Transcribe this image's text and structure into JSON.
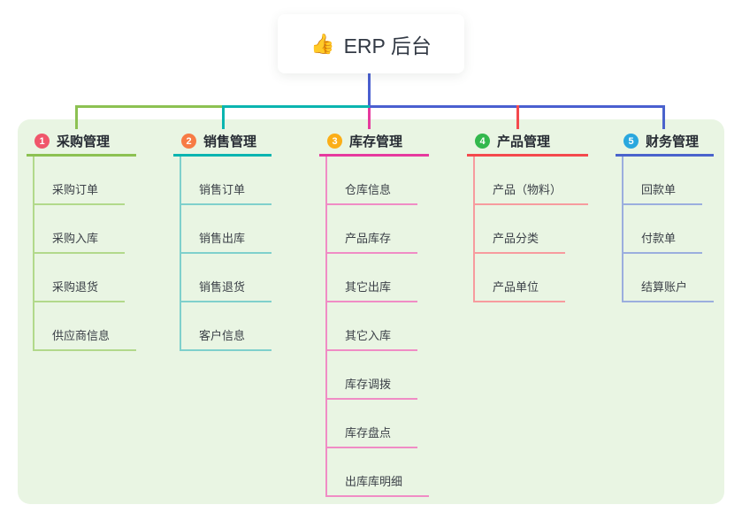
{
  "root": {
    "icon": "thumbs-up-icon",
    "icon_glyph": "👍",
    "label": "ERP 后台"
  },
  "colors": {
    "panel_bg": "#e9f5e3",
    "root_line": "#4a5fd0"
  },
  "branches": [
    {
      "num": "1",
      "title": "采购管理",
      "badge_color": "#f0566b",
      "line_color": "#8cc152",
      "item_line_color": "#b2d98b",
      "items": [
        "采购订单",
        "采购入库",
        "采购退货",
        "供应商信息"
      ]
    },
    {
      "num": "2",
      "title": "销售管理",
      "badge_color": "#f77b45",
      "line_color": "#0ab5b0",
      "item_line_color": "#7fd0cc",
      "items": [
        "销售订单",
        "销售出库",
        "销售退货",
        "客户信息"
      ]
    },
    {
      "num": "3",
      "title": "库存管理",
      "badge_color": "#fbae17",
      "line_color": "#e63a9e",
      "item_line_color": "#f08cc5",
      "items": [
        "仓库信息",
        "产品库存",
        "其它出库",
        "其它入库",
        "库存调拨",
        "库存盘点",
        "出库库明细"
      ]
    },
    {
      "num": "4",
      "title": "产品管理",
      "badge_color": "#33b84d",
      "line_color": "#f4494d",
      "item_line_color": "#f79b9e",
      "items": [
        "产品（物料）",
        "产品分类",
        "产品单位"
      ]
    },
    {
      "num": "5",
      "title": "财务管理",
      "badge_color": "#29a7de",
      "line_color": "#4a63cc",
      "item_line_color": "#9baede",
      "items": [
        "回款单",
        "付款单",
        "结算账户"
      ]
    }
  ]
}
